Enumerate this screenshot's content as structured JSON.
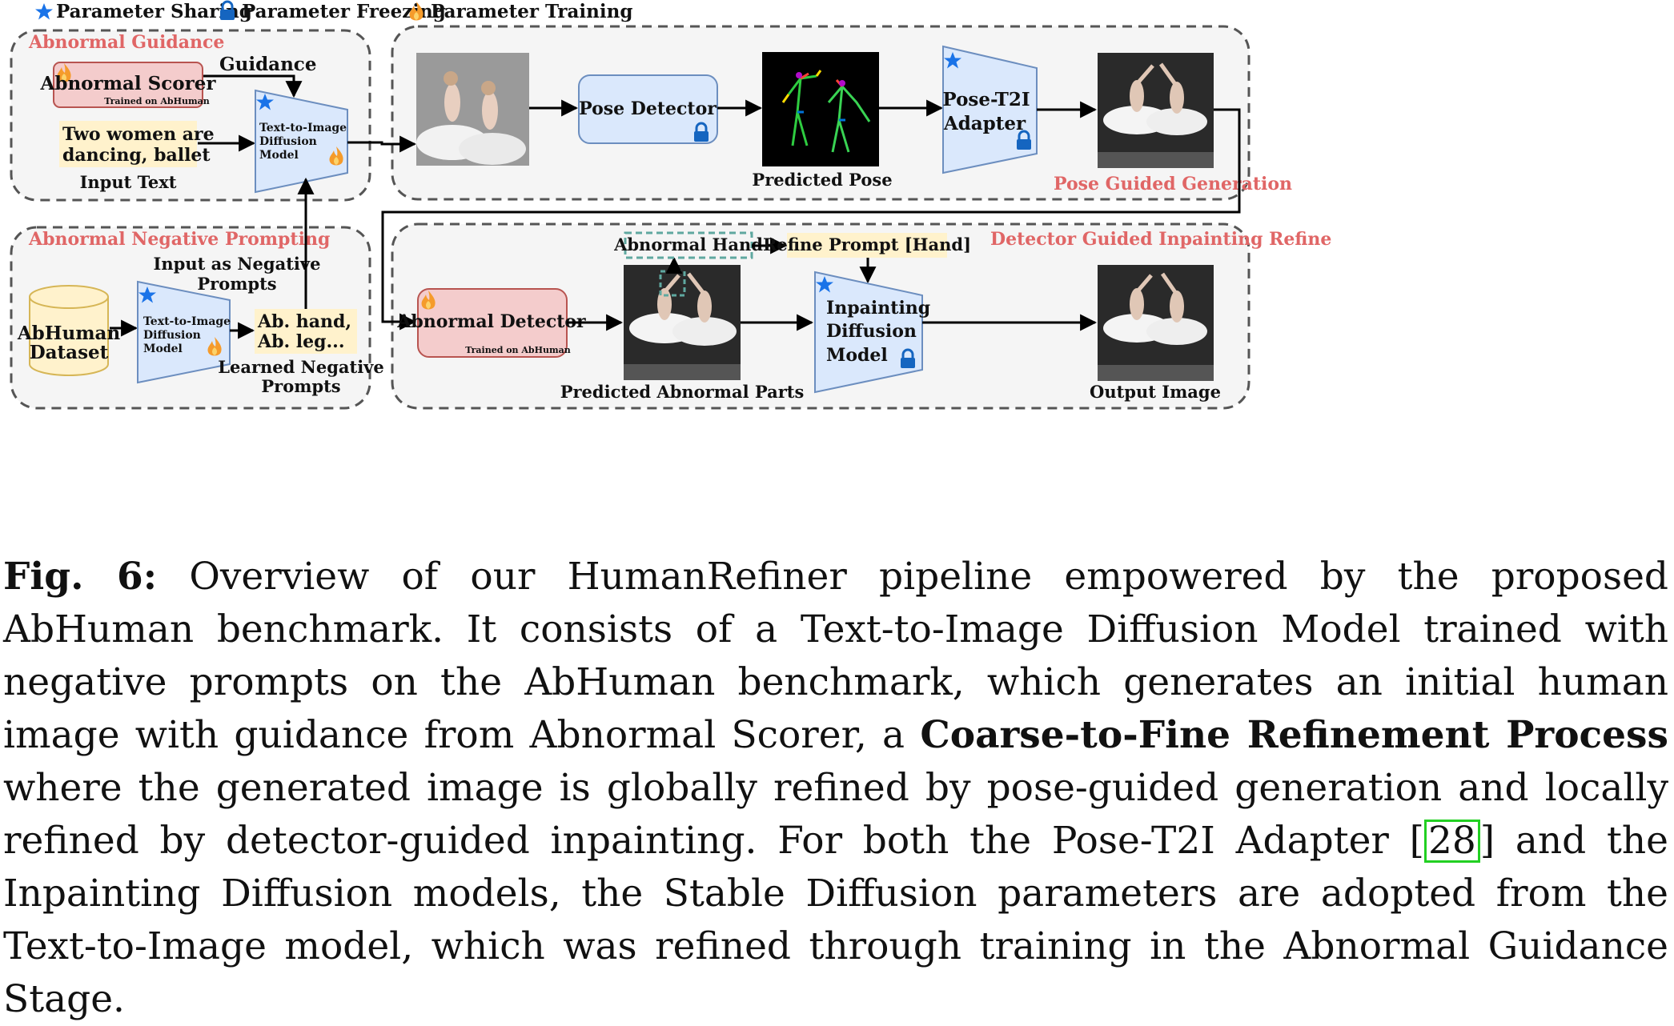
{
  "legend": {
    "sharing": "Parameter Sharing",
    "freezing": "Parameter Freezing",
    "training": "Parameter Training"
  },
  "stages": {
    "abnormal_guidance": "Abnormal Guidance",
    "negative_prompting": "Abnormal Negative Prompting",
    "pose_guided": "Pose Guided Generation",
    "detector_guided": "Detector Guided Inpainting Refine"
  },
  "nodes": {
    "abnormal_scorer": "Abnormal Scorer",
    "trained_on_1": "Trained on AbHuman",
    "guidance": "Guidance",
    "input_text_l1": "Two women are",
    "input_text_l2": "dancing, ballet",
    "input_text_label": "Input Text",
    "t2i_l1": "Text-to-Image",
    "t2i_l2": "Diffusion",
    "t2i_l3": "Model",
    "pose_detector": "Pose Detector",
    "predicted_pose": "Predicted Pose",
    "pose_t2i_l1": "Pose-T2I",
    "pose_t2i_l2": "Adapter",
    "input_neg_l1": "Input as Negative",
    "input_neg_l2": "Prompts",
    "abhuman_l1": "AbHuman",
    "abhuman_l2": "Dataset",
    "t2i2_l1": "Text-to-Image",
    "t2i2_l2": "Diffusion",
    "t2i2_l3": "Model",
    "neg_prompt_l1": "Ab. hand,",
    "neg_prompt_l2": "Ab. leg...",
    "learned_neg_l1": "Learned Negative",
    "learned_neg_l2": "Prompts",
    "abnormal_hand": "Abnormal Hand",
    "refine_prompt": "Refine Prompt [Hand]",
    "abnormal_detector": "Abnormal Detector",
    "trained_on_2": "Trained on AbHuman",
    "predicted_parts": "Predicted Abnormal Parts",
    "inpaint_l1": "Inpainting",
    "inpaint_l2": "Diffusion",
    "inpaint_l3": "Model",
    "output_image": "Output Image"
  },
  "caption": {
    "label": "Fig. 6:",
    "part1": "Overview of our HumanRefiner pipeline empowered by the proposed AbHuman benchmark. It consists of a Text-to-Image Diffusion Model trained with negative prompts on the AbHuman benchmark, which generates an initial human image with guidance from Abnormal Scorer, a",
    "bold": "Coarse-to-Fine Refinement Process",
    "part2": "where the generated image is globally refined by pose-guided generation and locally refined by detector-guided inpainting. For both the Pose-T2I Adapter [",
    "cite": "28",
    "part3": "] and the Inpainting Diffusion models, the Stable Diffusion parameters are adopted from the Text-to-Image model, which was refined through training in the Abnormal Guidance Stage."
  },
  "colors": {
    "stage_label": "#e06666",
    "scorer_fill": "#f4cccc",
    "model_fill": "#dae8fc",
    "text_fill": "#fff2cc",
    "freeze_blue": "#1565c0",
    "cite_box": "#22d022"
  }
}
